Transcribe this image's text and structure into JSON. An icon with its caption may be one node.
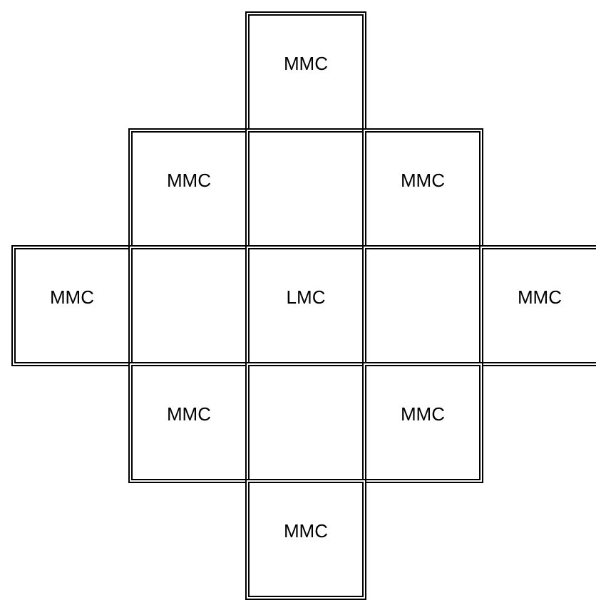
{
  "diagram": {
    "nodes": [
      {
        "text": [
          "MMC"
        ]
      },
      {
        "text": [
          "MMC"
        ]
      },
      {
        "text": [],
        "shape": "box"
      },
      {
        "text": [
          "MMC"
        ]
      },
      {
        "text": [
          "MMC"
        ]
      },
      {
        "text": [],
        "shape": "box"
      },
      {
        "text": [
          "LMC"
        ]
      },
      {
        "text": [],
        "shape": "box"
      },
      {
        "text": [
          "MMC"
        ]
      },
      {
        "text": [
          "MMC"
        ]
      },
      {
        "text": [],
        "shape": "box"
      },
      {
        "text": [
          "MMC"
        ]
      },
      {
        "text": [
          "MMC"
        ]
      }
    ]
  }
}
